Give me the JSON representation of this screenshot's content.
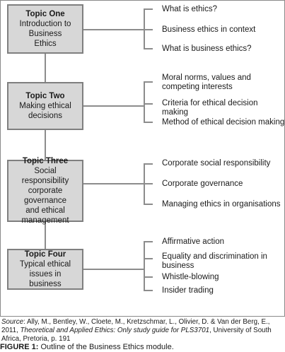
{
  "topics": [
    {
      "title": "Topic One",
      "subtitle": "Introduction to Business\nEthics",
      "items": [
        "What is ethics?",
        "Business ethics in context",
        "What is business ethics?"
      ]
    },
    {
      "title": "Topic Two",
      "subtitle": "Making ethical\ndecisions",
      "items": [
        "Moral norms, values and\ncompeting interests",
        "Criteria for ethical decision making",
        "Method of ethical decision making"
      ]
    },
    {
      "title": "Topic Three",
      "subtitle": "Social responsibility\ncorporate governance\nand ethical\nmanagement",
      "items": [
        "Corporate social responsibility",
        "Corporate governance",
        "Managing ethics in organisations"
      ]
    },
    {
      "title": "Topic Four",
      "subtitle": "Typical ethical issues in\nbusiness",
      "items": [
        "Affirmative action",
        "Equality and discrimination in\nbusiness",
        "Whistle-blowing",
        "Insider trading"
      ]
    }
  ],
  "source": {
    "label": "Source",
    "authors": ": Ally, M., Bentley, W., Cloete, M., Kretzschmar, L., Olivier, D. & Van der Berg, E., 2011, ",
    "title": "Theoretical and Applied Ethics: Only study guide for PLS3701",
    "rest": ", University of South Africa, Pretoria, p. 191"
  },
  "caption": {
    "label": "FIGURE 1:",
    "text": " Outline of the Business Ethics module."
  }
}
